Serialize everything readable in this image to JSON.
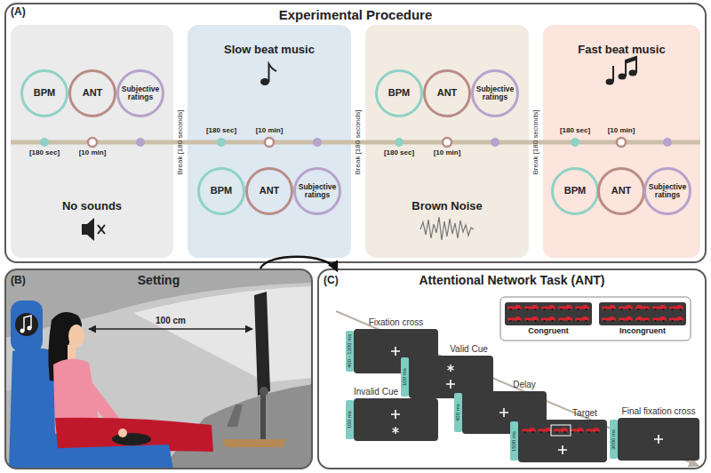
{
  "diagram": {
    "nodes": [
      {
        "text": [
          "Experimental Procedure"
        ]
      },
      {
        "text": [
          "No sounds"
        ],
        "in": 0
      },
      {
        "text": [
          "BPM"
        ],
        "in": 1
      },
      {
        "text": [
          "ANT"
        ],
        "in": 1
      },
      {
        "text": [
          "Subjective ratings"
        ],
        "in": 1
      },
      {
        "text": [
          "Slow beat music"
        ],
        "in": 0
      },
      {
        "text": [
          "BPM"
        ],
        "in": 5
      },
      {
        "text": [
          "ANT"
        ],
        "in": 5
      },
      {
        "text": [
          "Subjective ratings"
        ],
        "in": 5
      },
      {
        "text": [
          "Brown Noise"
        ],
        "in": 0
      },
      {
        "text": [
          "BPM"
        ],
        "in": 9
      },
      {
        "text": [
          "ANT"
        ],
        "in": 9
      },
      {
        "text": [
          "Subjective ratings"
        ],
        "in": 9
      },
      {
        "text": [
          "Fast beat music"
        ],
        "in": 0
      },
      {
        "text": [
          "BPM"
        ],
        "in": 13
      },
      {
        "text": [
          "ANT"
        ],
        "in": 13
      },
      {
        "text": [
          "Subjective ratings"
        ],
        "in": 13
      },
      {
        "text": [
          "Setting"
        ]
      },
      {
        "text": [
          "Attentional Network Task (ANT)"
        ]
      },
      {
        "text": [
          "Congruent"
        ],
        "in": 18
      },
      {
        "text": [
          "Incongruent"
        ],
        "in": 18
      },
      {
        "text": [
          "Fixation cross",
          "400 - 1200 ms"
        ],
        "in": 18
      },
      {
        "text": [
          "Valid Cue",
          "100 ms"
        ],
        "in": 18
      },
      {
        "text": [
          "Invalid Cue",
          "100 ms"
        ],
        "in": 18
      },
      {
        "text": [
          "Delay",
          "400 ms"
        ],
        "in": 18
      },
      {
        "text": [
          "Target",
          "1500 ms"
        ],
        "in": 18
      },
      {
        "text": [
          "Final fixation cross",
          "3000 ms"
        ],
        "in": 18
      }
    ],
    "edges": [
      {
        "from": 17,
        "to": 18,
        "arrow": "to"
      }
    ],
    "labels": [
      "(A)",
      "[180 sec]",
      "[10 min]",
      "Break [180 seconds]",
      "[180 sec]",
      "[10 min]",
      "Break [180 seconds]",
      "[180 sec]",
      "[10 min]",
      "Break [180 seconds]",
      "[180 sec]",
      "[10 min]",
      "(B)",
      "100 cm",
      "(C)"
    ]
  }
}
